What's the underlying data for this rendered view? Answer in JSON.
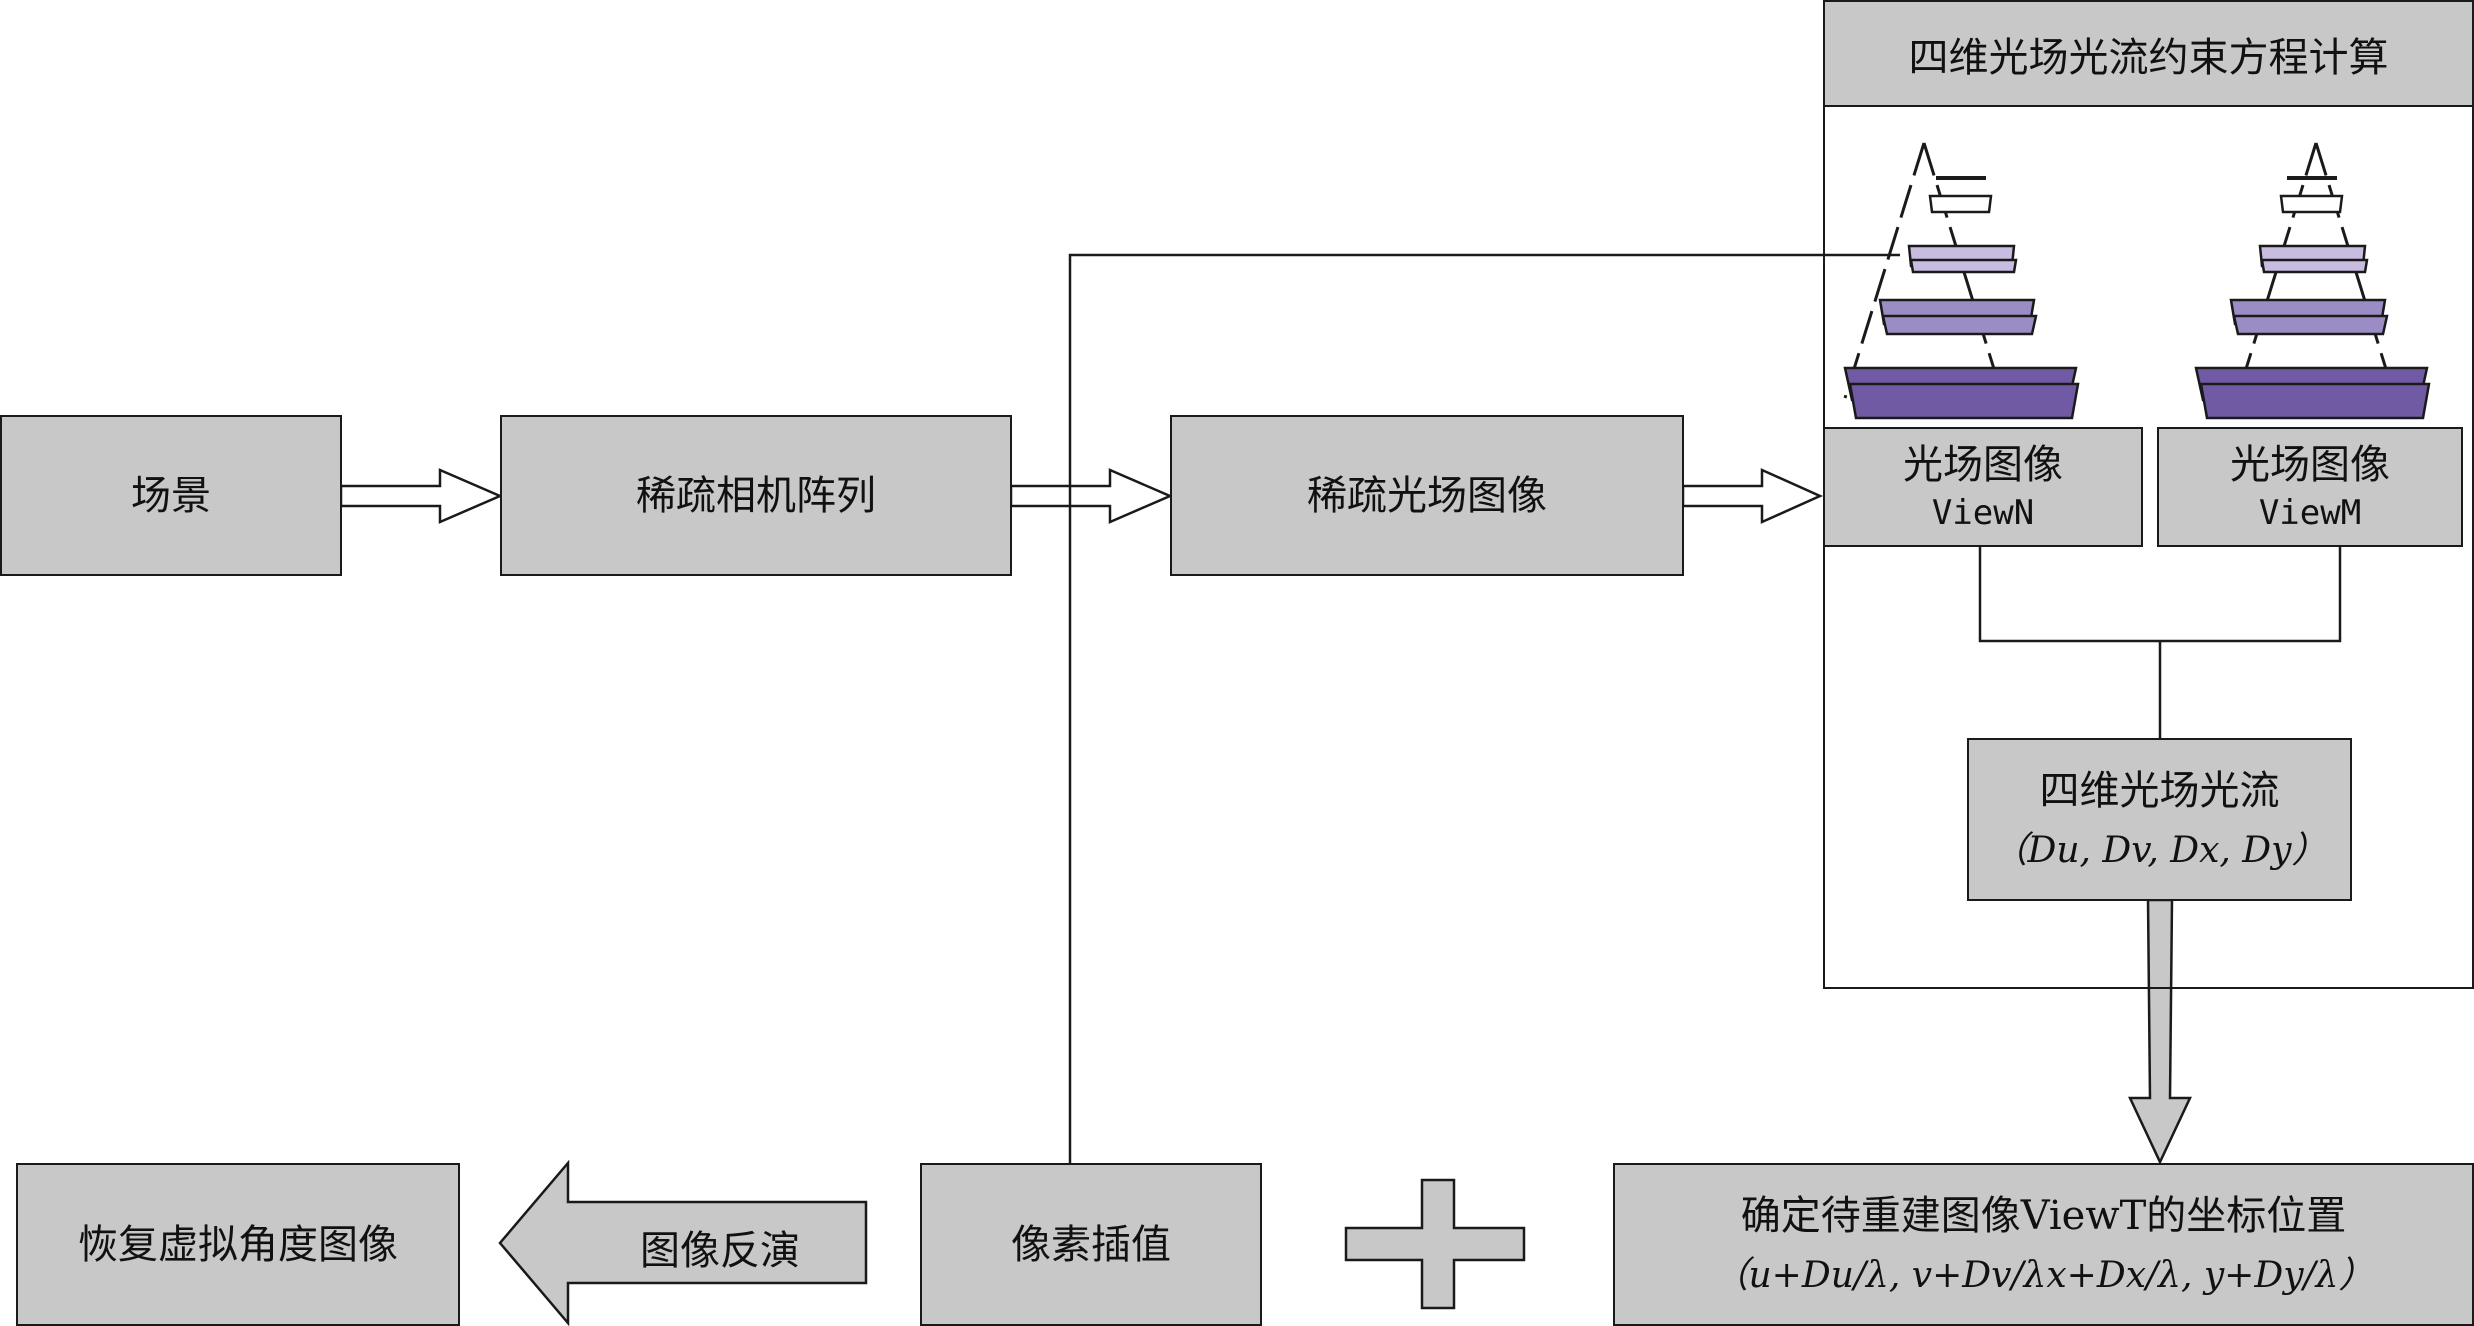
{
  "nodes": {
    "scene": "场景",
    "camera_array": "稀疏相机阵列",
    "sparse_lf_images": "稀疏光场图像",
    "constraint_title": "四维光场光流约束方程计算",
    "view_n_title": "光场图像",
    "view_n_sub": "ViewN",
    "view_m_title": "光场图像",
    "view_m_sub": "ViewM",
    "flow_title": "四维光场光流",
    "flow_formula": "（Du, Dv, Dx, Dy）",
    "target_title": "确定待重建图像ViewT的坐标位置",
    "target_formula": "（u+Du/λ, v+Dv/λx+Dx/λ, y+Dy/λ）",
    "pixel_interp": "像素插值",
    "image_inversion": "图像反演",
    "recover": "恢复虚拟角度图像"
  },
  "colors": {
    "box_fill": "#c8c8c8",
    "stroke": "#1a1a1a",
    "pyramid_dark": "#6f5aa3",
    "pyramid_mid": "#9c8cc6",
    "pyramid_light": "#c8bde0"
  }
}
